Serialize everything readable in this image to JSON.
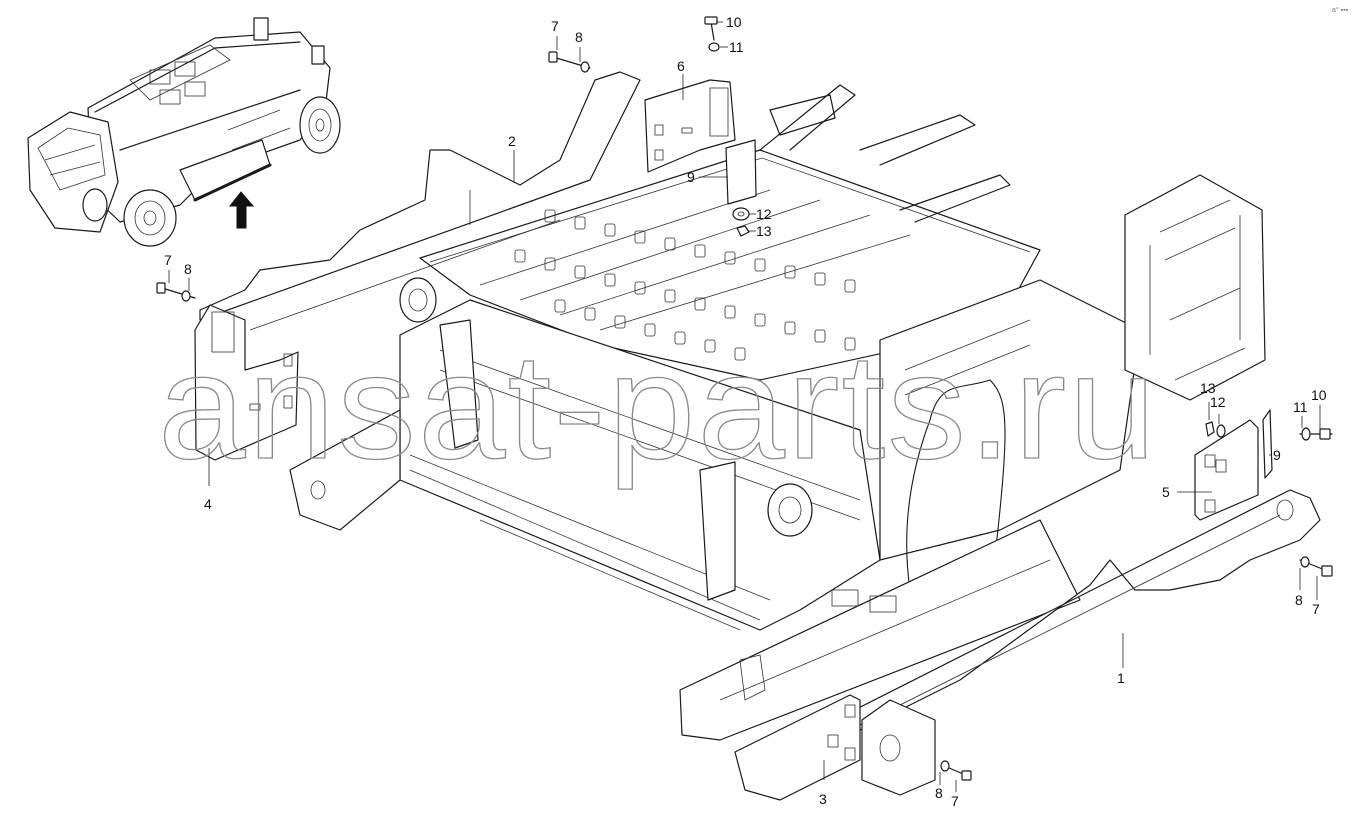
{
  "watermark": "ansat-parts.ru",
  "corner_mark": "a° ▪▪▪",
  "callouts": [
    {
      "id": "c1",
      "label": "1"
    },
    {
      "id": "c2",
      "label": "2"
    },
    {
      "id": "c3",
      "label": "3"
    },
    {
      "id": "c4",
      "label": "4"
    },
    {
      "id": "c5",
      "label": "5"
    },
    {
      "id": "c6",
      "label": "6"
    },
    {
      "id": "c7a",
      "label": "7"
    },
    {
      "id": "c8a",
      "label": "8"
    },
    {
      "id": "c7b",
      "label": "7"
    },
    {
      "id": "c8b",
      "label": "8"
    },
    {
      "id": "c7c",
      "label": "7"
    },
    {
      "id": "c8c",
      "label": "8"
    },
    {
      "id": "c7d",
      "label": "7"
    },
    {
      "id": "c8d",
      "label": "8"
    },
    {
      "id": "c9a",
      "label": "9"
    },
    {
      "id": "c9b",
      "label": "9"
    },
    {
      "id": "c10a",
      "label": "10"
    },
    {
      "id": "c11a",
      "label": "11"
    },
    {
      "id": "c10b",
      "label": "10"
    },
    {
      "id": "c11b",
      "label": "11"
    },
    {
      "id": "c12a",
      "label": "12"
    },
    {
      "id": "c13a",
      "label": "13"
    },
    {
      "id": "c12b",
      "label": "12"
    },
    {
      "id": "c13b",
      "label": "13"
    }
  ],
  "colors": {
    "line": "#1a1a1a",
    "watermark": "#8a8a8a",
    "background": "#ffffff"
  }
}
